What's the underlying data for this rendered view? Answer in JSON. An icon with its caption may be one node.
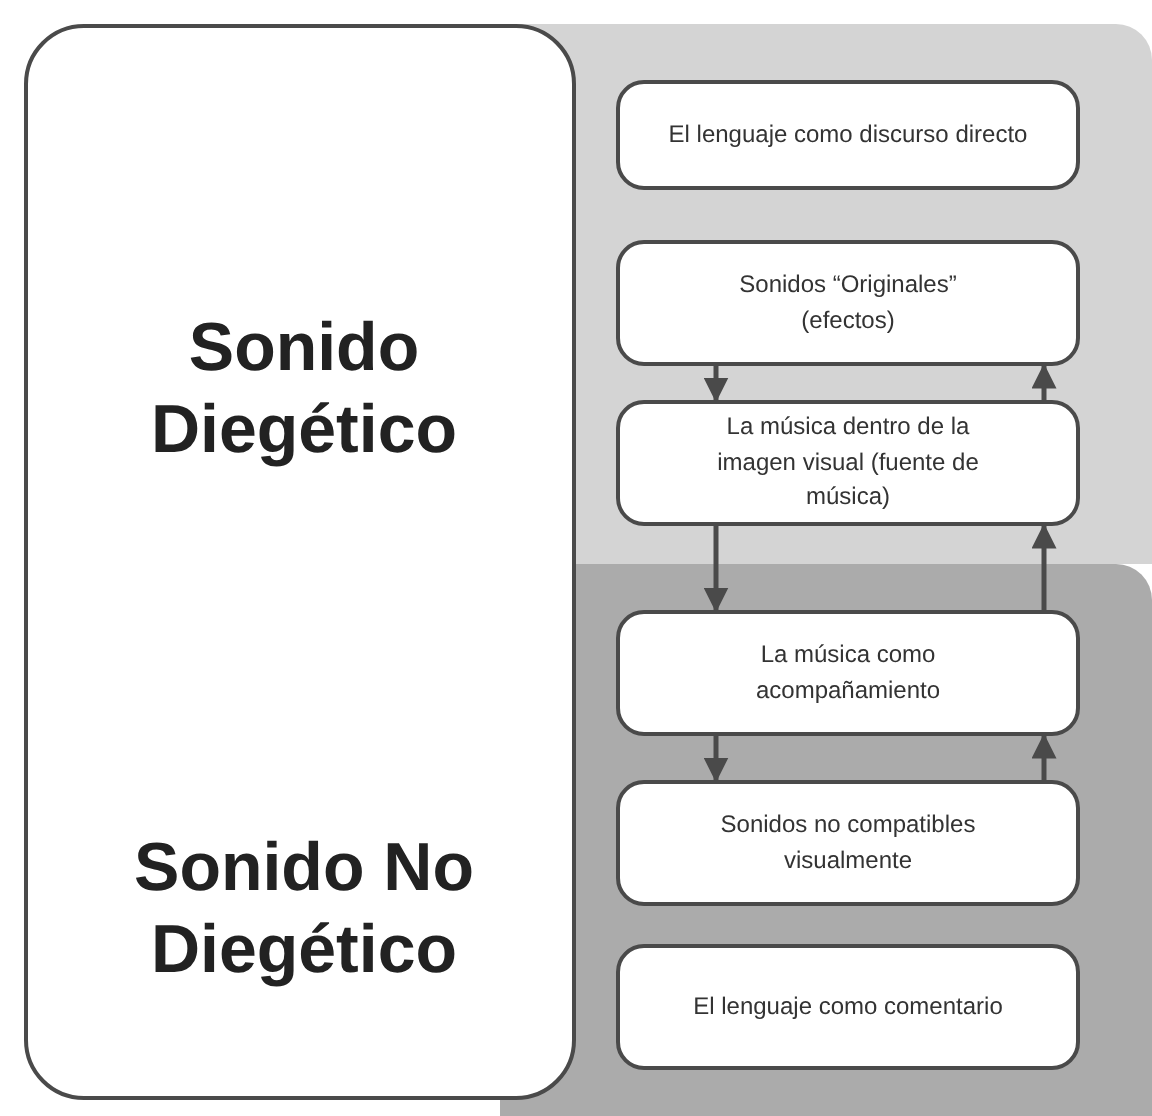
{
  "diagram": {
    "nodes": [
      {
        "text": [
          "Sonido Diegético",
          "Sonido No Diegético"
        ]
      },
      {
        "text": [
          "El lenguaje como discurso directo"
        ]
      },
      {
        "text": [
          "Sonidos “Originales” (efectos)"
        ]
      },
      {
        "text": [
          "La música dentro de la imagen visual (fuente de música)"
        ]
      },
      {
        "text": [
          "La música como acompañamiento"
        ]
      },
      {
        "text": [
          "Sonidos no compatibles visualmente"
        ]
      },
      {
        "text": [
          "El lenguaje como comentario"
        ]
      }
    ],
    "edges": [
      {
        "from": 2,
        "to": 3,
        "arrow": "to"
      },
      {
        "from": 3,
        "to": 4,
        "arrow": "to"
      },
      {
        "from": 4,
        "to": 5,
        "arrow": "to"
      },
      {
        "from": 3,
        "to": 2,
        "arrow": "to"
      },
      {
        "from": 4,
        "to": 3,
        "arrow": "to"
      },
      {
        "from": 5,
        "to": 4,
        "arrow": "to"
      }
    ]
  }
}
